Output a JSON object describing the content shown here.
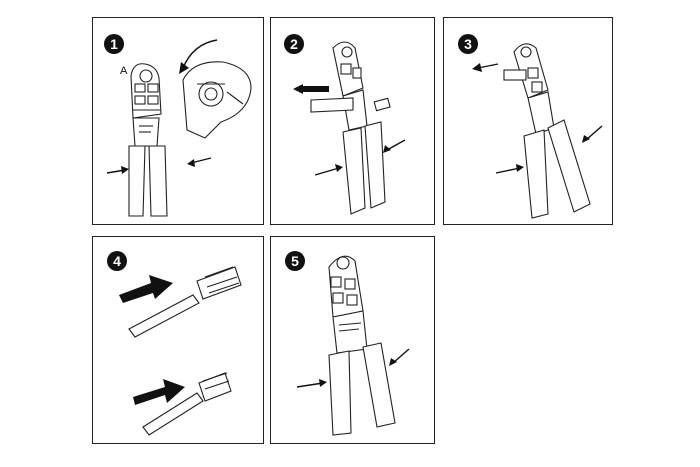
{
  "steps": [
    {
      "number": "1",
      "callout": "A"
    },
    {
      "number": "2"
    },
    {
      "number": "3"
    },
    {
      "number": "4"
    },
    {
      "number": "5"
    }
  ],
  "colors": {
    "line": "#222222",
    "fill": "#ffffff",
    "arrow": "#111111",
    "badge": "#111111"
  }
}
